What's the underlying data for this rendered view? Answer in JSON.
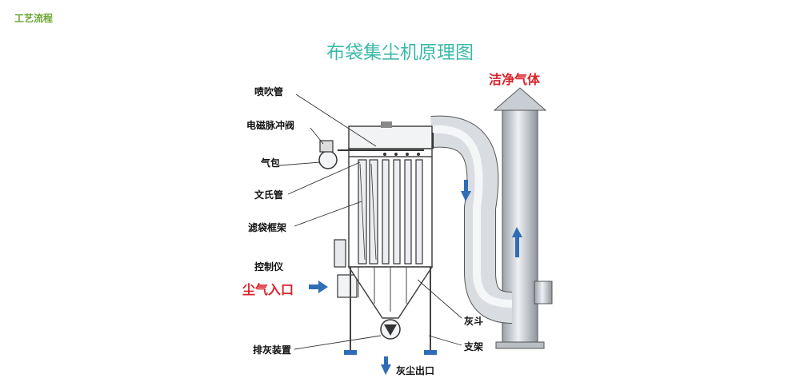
{
  "header": {
    "section_title": "工艺流程"
  },
  "diagram": {
    "title": "布袋集尘机原理图",
    "title_color": "#3cb9a8",
    "accent_red": "#d9232b",
    "arrow_blue": "#2f6db5",
    "labels": {
      "spray_pipe": "喷吹管",
      "pulse_valve": "电磁脉冲阀",
      "air_bag": "气包",
      "venturi": "文氏管",
      "filter_frame": "滤袋框架",
      "controller": "控制仪",
      "dust_inlet": "尘气入口",
      "clean_gas": "洁净气体",
      "ash_hopper": "灰斗",
      "support": "支架",
      "discharge": "排灰装置",
      "dust_outlet": "灰尘出口"
    }
  }
}
